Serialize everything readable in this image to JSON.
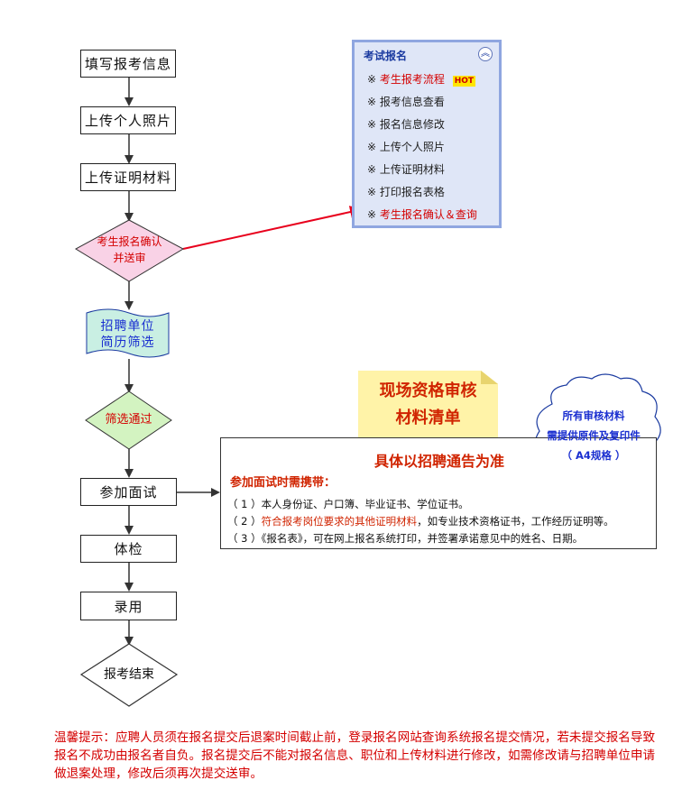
{
  "flow": {
    "step1": "填写报考信息",
    "step2": "上传个人照片",
    "step3": "上传证明材料",
    "confirm_line1": "考生报名确认",
    "confirm_line2": "并送审",
    "screen_line1": "招聘单位",
    "screen_line2": "简历筛选",
    "pass": "筛选通过",
    "interview": "参加面试",
    "exam": "体检",
    "hire": "录用",
    "end": "报考结束"
  },
  "panel": {
    "title": "考试报名",
    "toggle_icon": "chevron-up-icon",
    "toggle_glyph": "︽",
    "bullet": "※",
    "hot_badge": "HOT",
    "items": [
      "考生报考流程",
      "报考信息查看",
      "报名信息修改",
      "上传个人照片",
      "上传证明材料",
      "打印报名表格",
      "考生报名确认＆查询"
    ]
  },
  "note": {
    "line1": "现场资格审核",
    "line2": "材料清单"
  },
  "cloud": {
    "line1": "所有审核材料",
    "line2": "需提供原件及复印件",
    "line3": "（ A4规格 ）"
  },
  "requirements": {
    "title": "具体以招聘通告为准",
    "subtitle": "参加面试时需携带：",
    "item1": "（ 1 ）本人身份证、户口簿、毕业证书、学位证书。",
    "item2_prefix": "（ 2 ）",
    "item2_highlight": "符合报考岗位要求的其他证明材料",
    "item2_rest": "，如专业技术资格证书，工作经历证明等。",
    "item3": "（ 3 ）《报名表》，可在网上报名系统打印，并签署承诺意见中的姓名、日期。"
  },
  "footer": {
    "text": "温馨提示：应聘人员须在报名提交后退案时间截止前，登录报名网站查询系统报名提交情况，若未提交报名导致报名不成功由报名者自负。报名提交后不能对报名信息、职位和上传材料进行修改，如需修改请与招聘单位申请做退案处理，修改后须再次提交送审。"
  },
  "colors": {
    "confirm_fill": "#f9d2e6",
    "pass_fill": "#d3f3c1",
    "screen_fill": "#c9efe3",
    "accent_red": "#d40000",
    "panel_bg": "#dfe6f7",
    "panel_border": "#8fa6e0",
    "note_fill": "#fff3a8",
    "text_blue": "#1a2fd0"
  }
}
